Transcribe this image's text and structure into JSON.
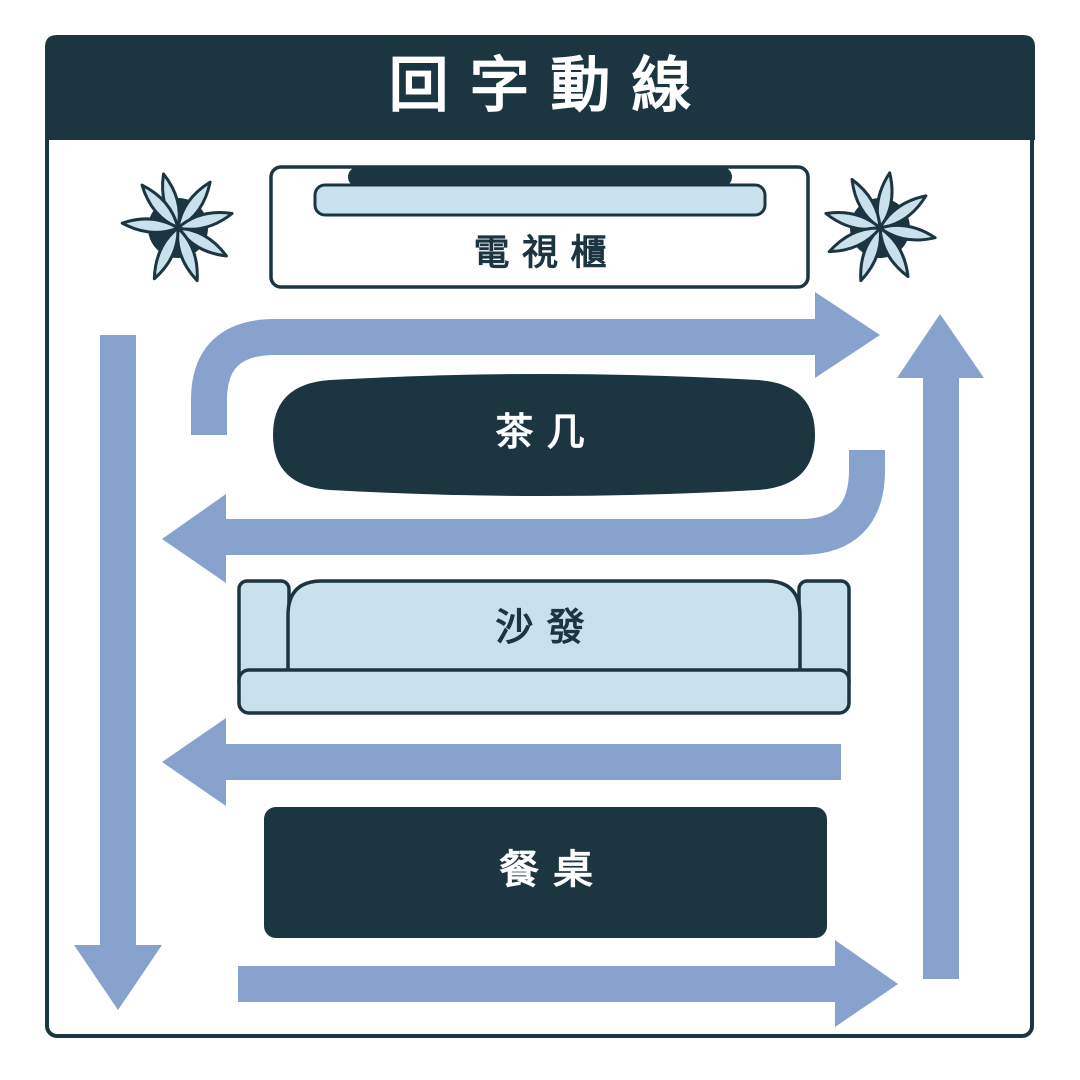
{
  "title": "回 字 動 線",
  "furniture": {
    "tv_cabinet": "電 視 櫃",
    "coffee_table": "茶 几",
    "sofa": "沙 發",
    "dining_table": "餐 桌"
  },
  "colors": {
    "dark": "#1b3541",
    "light": "#c8e1ec",
    "arrow": "#87a2cd",
    "white": "#ffffff"
  }
}
